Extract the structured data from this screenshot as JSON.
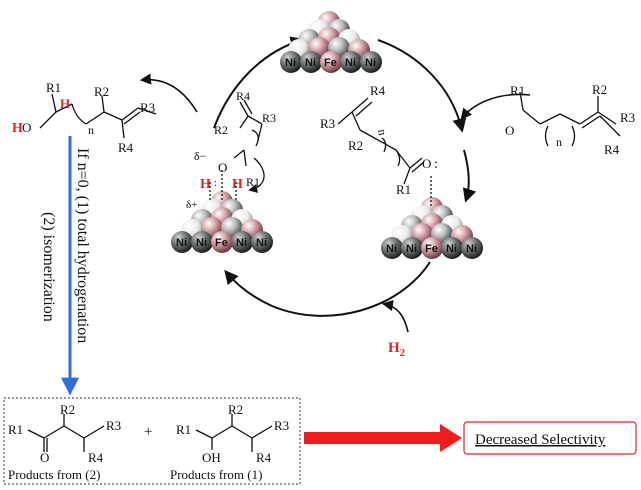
{
  "labels": {
    "n": "n",
    "R1": "R1",
    "R2": "R2",
    "R3": "R3",
    "R4": "R4",
    "O": "O",
    "H": "H",
    "HO": "HO",
    "OH": "OH",
    "Ni": "Ni",
    "Fe": "Fe",
    "delta_minus": "δ−",
    "delta_plus": "δ+",
    "h2_main": "H",
    "h2_sub": "2",
    "colon": ":"
  },
  "vertical_text": {
    "line1": "If n=0, (1) total hydrogenation",
    "line2": "(2) isomerization"
  },
  "products": {
    "from2": "Products from (2)",
    "from1": "Products from (1)",
    "plus": "+"
  },
  "result": {
    "label": "Decreased Selectivity",
    "border_color": "#d8262a",
    "arrow_color": "#ee1c1c"
  },
  "colors": {
    "blue_arrow": "#2e6fe0",
    "red_atom": "#d8262a",
    "sphere_pink": "#c8868f",
    "sphere_grey": "#8a8e8e",
    "sphere_white": "#e6e6e6"
  }
}
